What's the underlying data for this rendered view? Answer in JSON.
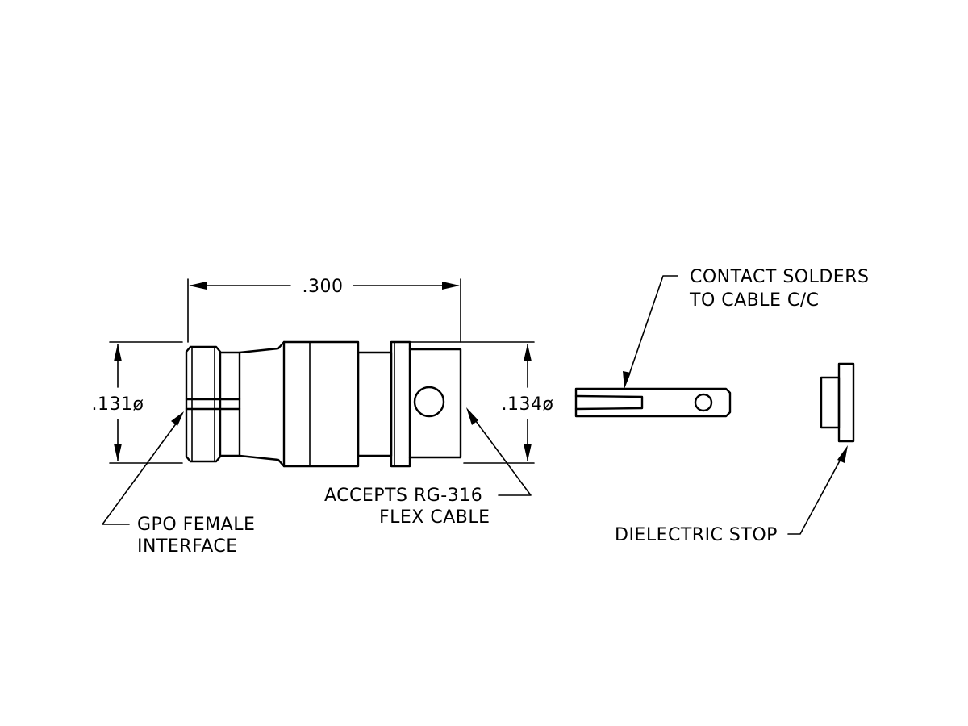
{
  "drawing": {
    "dim_length": ".300",
    "dim_left_diameter": ".131ø",
    "dim_right_diameter": ".134ø",
    "callout_interface": {
      "line1": "GPO FEMALE",
      "line2": "INTERFACE"
    },
    "callout_cable": {
      "line1": "ACCEPTS RG-316",
      "line2": "FLEX CABLE"
    },
    "callout_contact": {
      "line1": "CONTACT SOLDERS",
      "line2": "TO CABLE C/C"
    },
    "callout_stop": {
      "line1": "DIELECTRIC STOP"
    }
  }
}
